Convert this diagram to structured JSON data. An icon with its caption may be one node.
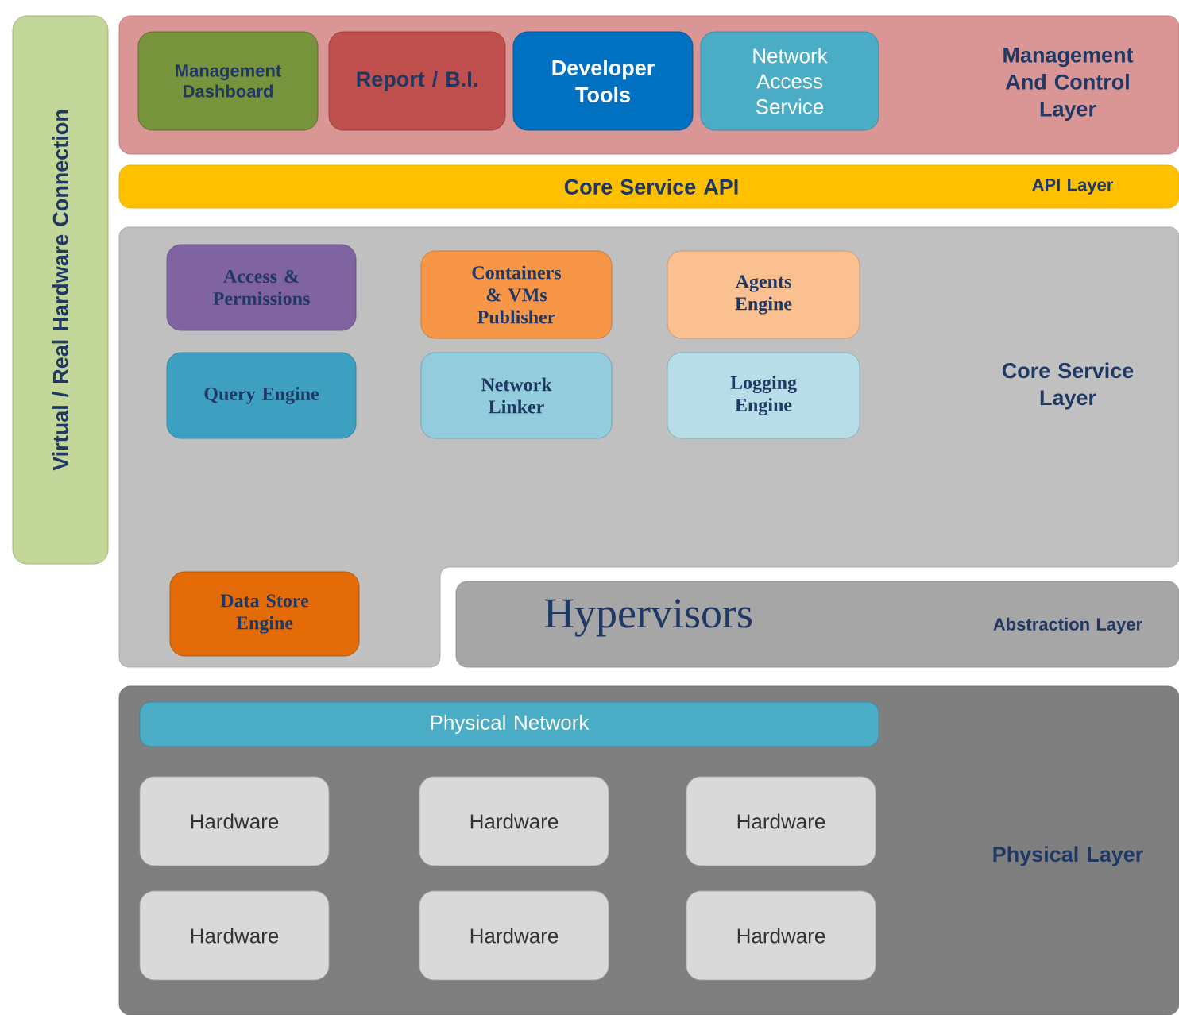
{
  "diagram": {
    "nodes": [
      {
        "text": [
          "Virtual / Real Hardware Connection"
        ]
      },
      {
        "text": [
          "Management And Control Layer"
        ]
      },
      {
        "text": [
          "Management Dashboard"
        ],
        "in": 1
      },
      {
        "text": [
          "Report / B.I."
        ],
        "in": 1
      },
      {
        "text": [
          "Developer Tools"
        ],
        "in": 1
      },
      {
        "text": [
          "Network Access Service"
        ],
        "in": 1
      },
      {
        "text": [
          "Core Service API",
          "API Layer"
        ]
      },
      {
        "text": [
          "Core Service Layer"
        ]
      },
      {
        "text": [
          "Access & Permissions"
        ],
        "in": 7
      },
      {
        "text": [
          "Containers & VMs Publisher"
        ],
        "in": 7
      },
      {
        "text": [
          "Agents Engine"
        ],
        "in": 7
      },
      {
        "text": [
          "Query Engine"
        ],
        "in": 7
      },
      {
        "text": [
          "Network Linker"
        ],
        "in": 7
      },
      {
        "text": [
          "Logging Engine"
        ],
        "in": 7
      },
      {
        "text": [
          "Data Store Engine"
        ],
        "in": 7
      },
      {
        "text": [
          "Hypervisors",
          "Abstraction Layer"
        ]
      },
      {
        "text": [
          "Physical Layer"
        ]
      },
      {
        "text": [
          "Physical Network"
        ],
        "in": 16
      },
      {
        "text": [
          "Hardware"
        ],
        "in": 16
      },
      {
        "text": [
          "Hardware"
        ],
        "in": 16
      },
      {
        "text": [
          "Hardware"
        ],
        "in": 16
      },
      {
        "text": [
          "Hardware"
        ],
        "in": 16
      },
      {
        "text": [
          "Hardware"
        ],
        "in": 16
      },
      {
        "text": [
          "Hardware"
        ],
        "in": 16
      }
    ]
  }
}
